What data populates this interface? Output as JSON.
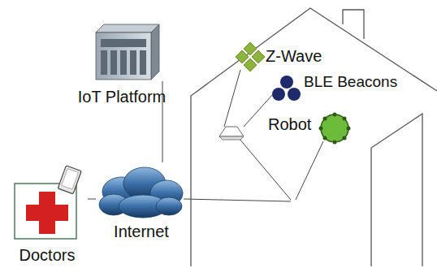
{
  "diagram": {
    "nodes": [
      {
        "text": [
          "IoT Platform"
        ]
      },
      {
        "text": [
          "Z-Wave"
        ]
      },
      {
        "text": [
          "BLE Beacons"
        ]
      },
      {
        "text": [
          "Robot"
        ]
      },
      {
        "text": [
          "Doctors"
        ]
      },
      {
        "text": [
          "Internet"
        ]
      }
    ],
    "edges": [
      {
        "from": 0,
        "to": 5,
        "arrow": "none"
      },
      {
        "from": 4,
        "to": 5,
        "arrow": "none"
      }
    ]
  }
}
